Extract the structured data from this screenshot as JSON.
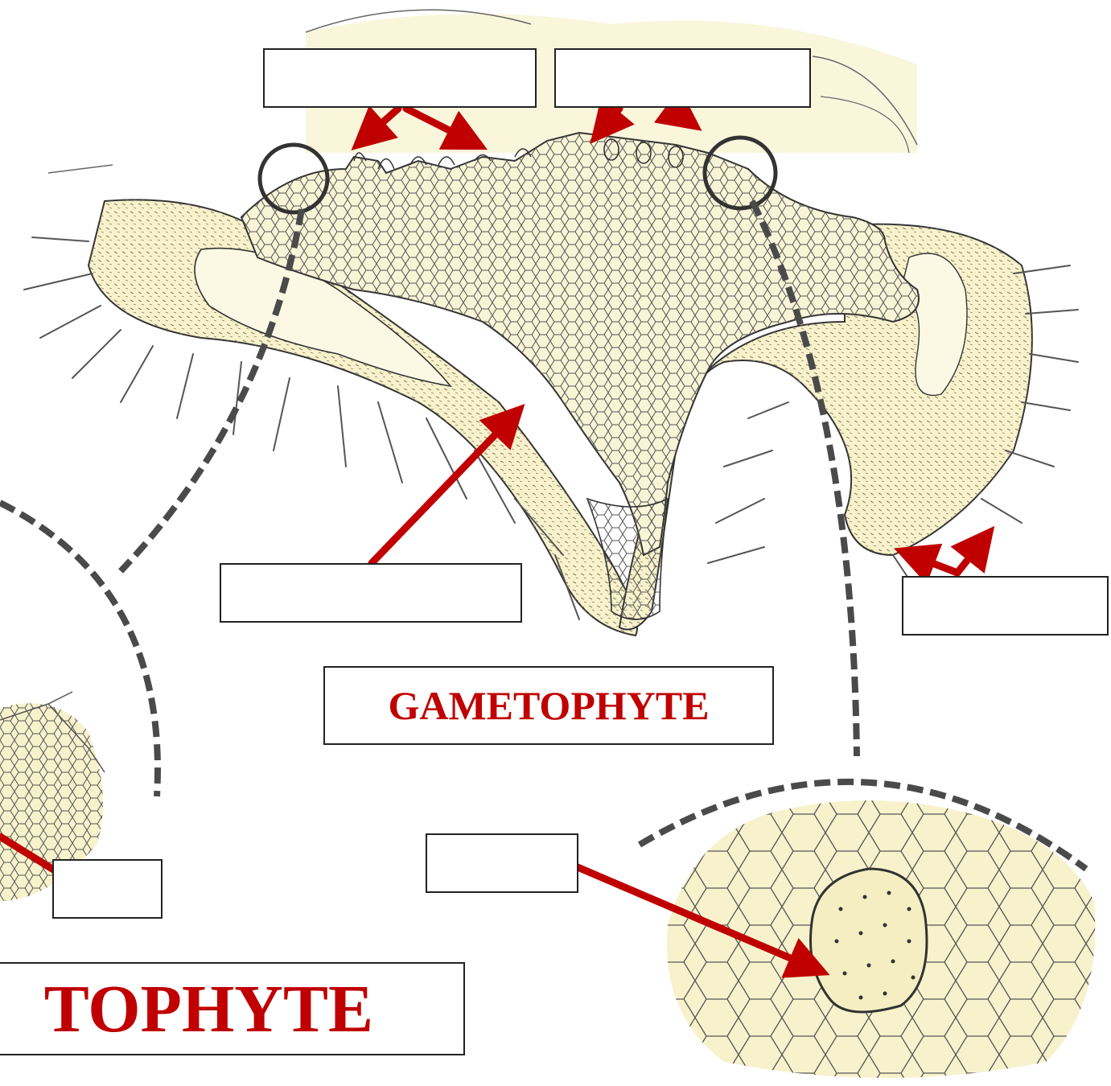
{
  "diagram": {
    "colors": {
      "arrow": "#c00000",
      "tissue_fill": "#f7f2cc",
      "outline": "#333333",
      "dash": "#4a4a4a"
    },
    "titles": {
      "gametophyte": "GAMETOPHYTE",
      "sporophyte_partial": "TOPHYTE"
    },
    "blank_labels": [
      {
        "id": "label-top-left",
        "text": ""
      },
      {
        "id": "label-top-right",
        "text": ""
      },
      {
        "id": "label-center",
        "text": ""
      },
      {
        "id": "label-right",
        "text": ""
      },
      {
        "id": "label-bottom-left",
        "text": ""
      },
      {
        "id": "label-bottom-center",
        "text": ""
      }
    ]
  }
}
